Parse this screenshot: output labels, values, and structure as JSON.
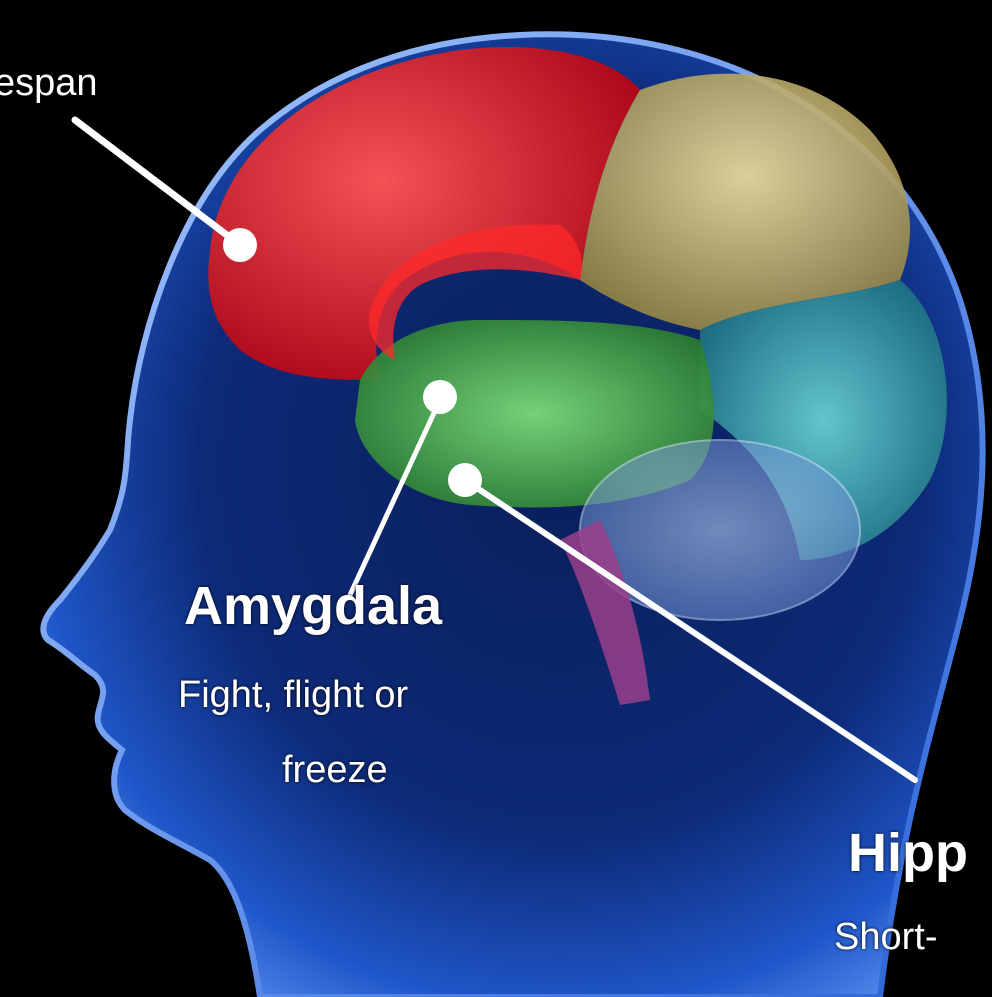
{
  "labels": {
    "cortex_partial": "espan",
    "amygdala": {
      "title": "Amygdala",
      "desc_line1": "Fight, flight or",
      "desc_line2": "freeze"
    },
    "hippocampus": {
      "title_partial": "Hipp",
      "desc_partial": "Short-"
    }
  },
  "colors": {
    "background": "#000000",
    "head_glow": "#2a63d8",
    "frontal_lobe": "#e0141a",
    "parietal_lobe": "#c9b86a",
    "occipital_lobe": "#2aa0a8",
    "temporal_lobe": "#3fb540",
    "cerebellum": "#8fb4e8",
    "brainstem": "#9a3f8a",
    "label_text": "#ffffff"
  }
}
